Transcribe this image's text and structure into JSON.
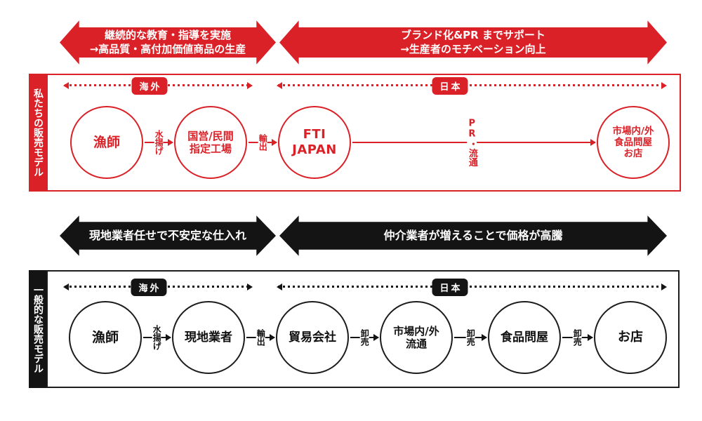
{
  "palette": {
    "red": "#da2128",
    "black": "#141414",
    "white": "#ffffff"
  },
  "our_model": {
    "side_label": "私たちの販売モデル",
    "banner_left": {
      "line1": "継続的な教育・指導を実施",
      "line2": "→高品質・高付加価値商品の生産"
    },
    "banner_right": {
      "line1": "ブランド化&PR までサポート",
      "line2": "→生産者のモチベーション向上"
    },
    "region_overseas": "海外",
    "region_japan": "日本",
    "nodes": {
      "fisherman": {
        "l1": "漁師"
      },
      "factory": {
        "l1": "国営/民間",
        "l2": "指定工場"
      },
      "fti": {
        "l1": "FTI",
        "l2": "JAPAN"
      },
      "market": {
        "l1": "市場内/外",
        "l2": "食品問屋",
        "l3": "お店"
      }
    },
    "connectors": {
      "landing": "水揚げ",
      "export": "輸出",
      "pr_distribution": "PR・流通"
    }
  },
  "general_model": {
    "side_label": "一般的な販売モデル",
    "banner_left": {
      "line1": "現地業者任せで不安定な仕入れ"
    },
    "banner_right": {
      "line1": "仲介業者が増えることで価格が高騰"
    },
    "region_overseas": "海外",
    "region_japan": "日本",
    "nodes": {
      "fisherman": {
        "l1": "漁師"
      },
      "local_trader": {
        "l1": "現地業者"
      },
      "trading_company": {
        "l1": "貿易会社"
      },
      "market": {
        "l1": "市場内/外",
        "l2": "流通"
      },
      "food_wholesaler": {
        "l1": "食品問屋"
      },
      "shop": {
        "l1": "お店"
      }
    },
    "connectors": {
      "landing": "水揚げ",
      "export": "輸出",
      "wholesale1": "卸売",
      "wholesale2": "卸売",
      "wholesale3": "卸売"
    }
  }
}
